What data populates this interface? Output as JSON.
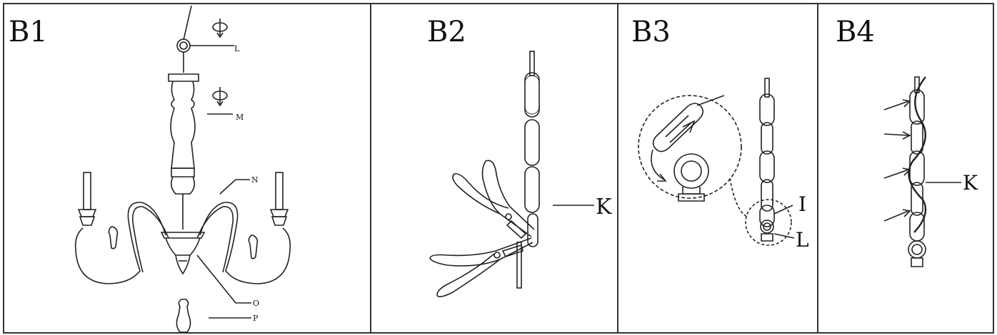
{
  "panels": [
    {
      "title": "B1",
      "labels": {
        "l": "L",
        "m": "M",
        "n": "N",
        "o": "O",
        "p": "P"
      },
      "rotation_icon": "rotate-arrow-icon"
    },
    {
      "title": "B2",
      "labels": {
        "k": "K"
      }
    },
    {
      "title": "B3",
      "labels": {
        "i": "I",
        "l": "L"
      }
    },
    {
      "title": "B4",
      "labels": {
        "k": "K"
      }
    }
  ],
  "colors": {
    "line": "#222222",
    "border": "#333333"
  }
}
